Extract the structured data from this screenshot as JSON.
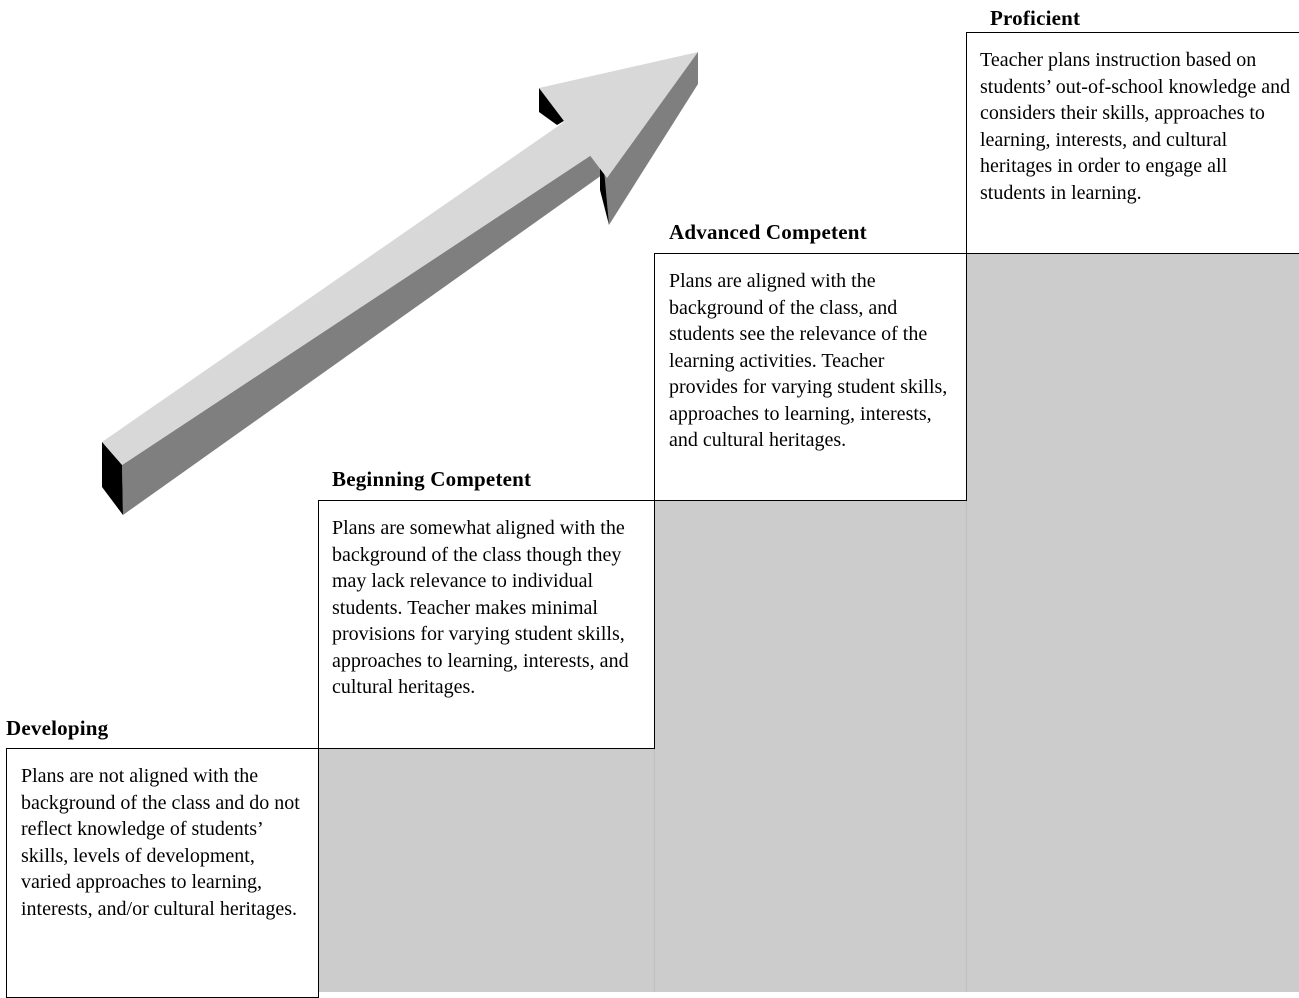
{
  "colors": {
    "step_fill": "#cccccc",
    "arrow_top_face": "#d8d8d8",
    "arrow_side_face": "#7f7f7f",
    "arrow_end_face": "#000000"
  },
  "arrow": {
    "icon": "rising-3d-arrow-icon"
  },
  "levels": [
    {
      "title": "Developing",
      "text": "Plans are not aligned with the background of the class and do not reflect knowledge of students’ skills, levels of development, varied approaches to learning, interests, and/or cultural heritages."
    },
    {
      "title": "Beginning Competent",
      "text": "Plans are somewhat aligned with the background of the class though they may lack relevance to individual students. Teacher makes minimal provisions for varying student skills, approaches to learning, interests, and cultural heritages."
    },
    {
      "title": "Advanced Competent",
      "text": "Plans are aligned with the background of the class, and students see the relevance of the learning activities. Teacher provides for varying student skills, approaches to learning, interests, and cultural heritages."
    },
    {
      "title": "Proficient",
      "text": "Teacher plans instruction based on students’ out-of-school knowledge and considers their skills, approaches to learning, interests, and cultural heritages in order to engage all students in learning."
    }
  ]
}
